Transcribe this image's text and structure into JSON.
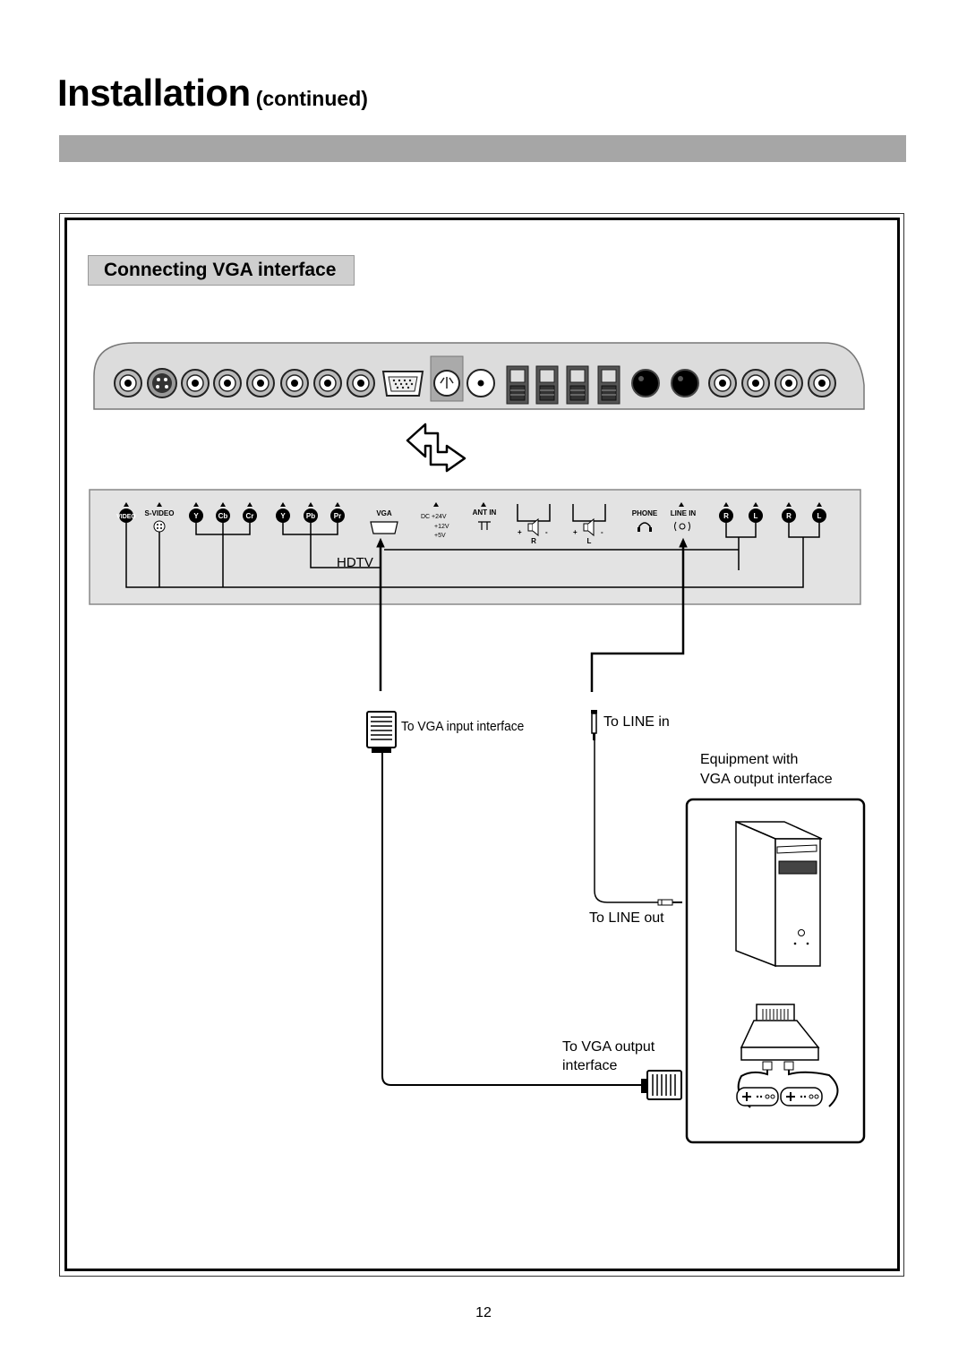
{
  "page": {
    "title": "Installation",
    "title_suffix": "(continued)",
    "page_number": "12"
  },
  "section": {
    "heading": "Connecting VGA interface"
  },
  "panel_labels": {
    "video": "VIDEO",
    "svideo": "S-VIDEO",
    "y1": "Y",
    "cb": "Cb",
    "cr": "Cr",
    "y2": "Y",
    "pb": "Pb",
    "pr": "Pr",
    "vga": "VGA",
    "dc_24": "DC +24V",
    "dc_12": "+12V",
    "dc_5": "+5V",
    "ant_in": "ANT IN",
    "plus_r": "+",
    "minus_r": "-",
    "speaker_r": "R",
    "plus_l": "+",
    "minus_l": "-",
    "speaker_l": "L",
    "phone": "PHONE",
    "line_in": "LINE IN",
    "r1": "R",
    "l1": "L",
    "r2": "R",
    "l2": "L",
    "hdtv": "HDTV"
  },
  "callouts": {
    "to_vga_input": "To VGA input interface",
    "to_line_in": "To LINE in",
    "equipment_line1": "Equipment with",
    "equipment_line2": "VGA output interface",
    "to_line_out": "To LINE out",
    "to_vga_output_line1": "To VGA output",
    "to_vga_output_line2": "interface"
  }
}
